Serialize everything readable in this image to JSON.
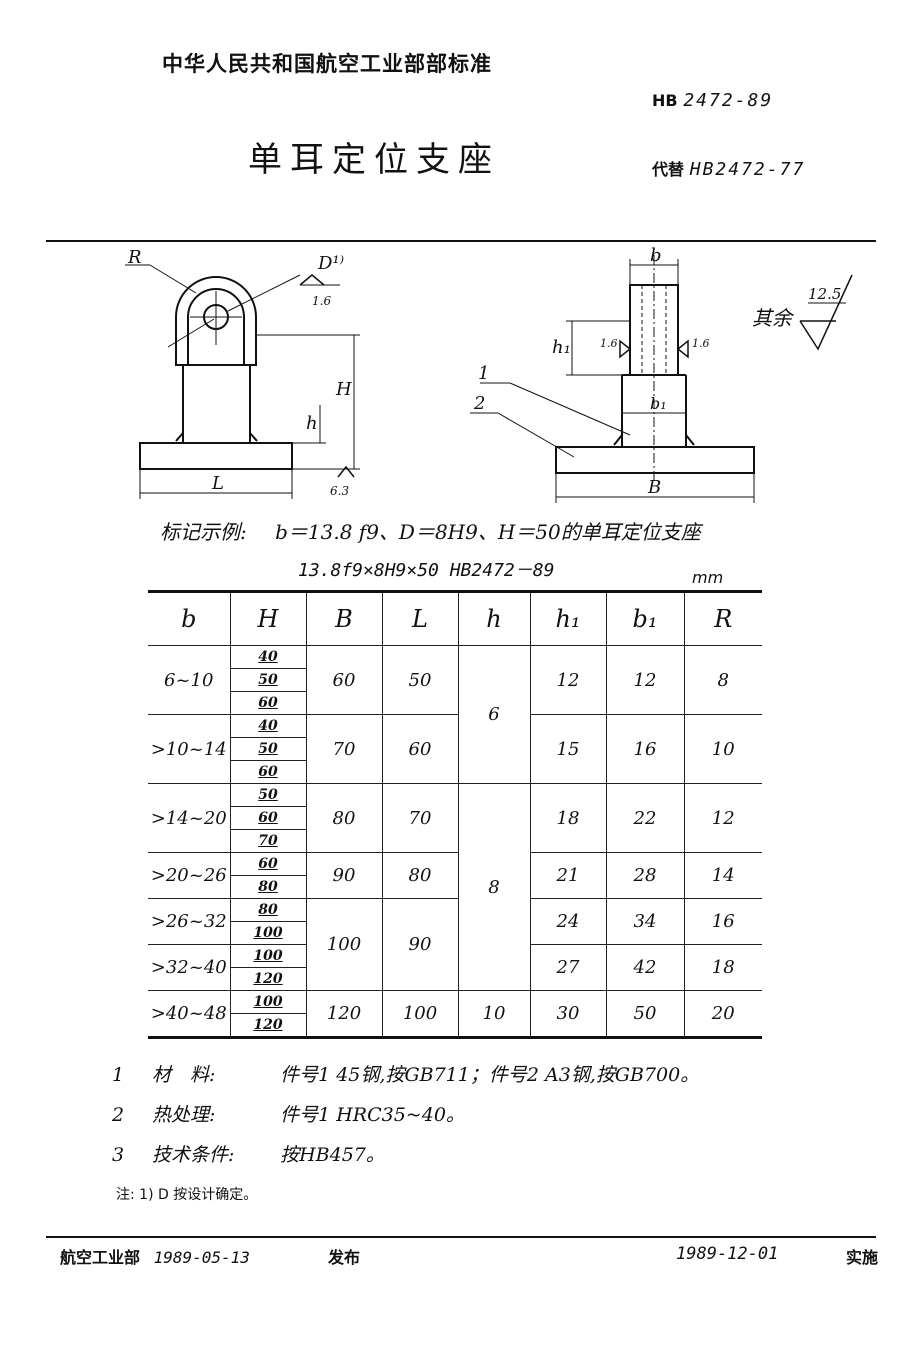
{
  "header": {
    "org": "中华人民共和国航空工业部部标准",
    "std_prefix": "HB",
    "std_number": "2472-89",
    "title": "单耳定位支座",
    "replace_prefix": "代替",
    "replace_number": "HB2472-77"
  },
  "drawing": {
    "left": {
      "R": "R",
      "D": "D¹⁾",
      "rough_d": "1.6",
      "H": "H",
      "h": "h",
      "L": "L",
      "rough_base": "6.3"
    },
    "right": {
      "b": "b",
      "h1": "h₁",
      "rough1": "1.6",
      "rough2": "1.6",
      "b1": "b₁",
      "p1": "1",
      "p2": "2",
      "B": "B"
    },
    "rest": {
      "label": "其余",
      "value": "12.5"
    }
  },
  "example": {
    "label": "标记示例:",
    "text": "b＝13.8 f9、D＝8H9、H＝50的单耳定位支座",
    "code": "13.8f9×8H9×50  HB2472－89"
  },
  "table": {
    "unit": "mm",
    "headers": [
      "b",
      "H",
      "B",
      "L",
      "h",
      "h₁",
      "b₁",
      "R"
    ],
    "groups": [
      {
        "b": "6~10",
        "H": [
          "40",
          "50",
          "60"
        ],
        "B": "60",
        "L": "50",
        "h1": "12",
        "b1": "12",
        "R": "8"
      },
      {
        "b": ">10~14",
        "H": [
          "40",
          "50",
          "60"
        ],
        "B": "70",
        "L": "60",
        "h1": "15",
        "b1": "16",
        "R": "10"
      },
      {
        "b": ">14~20",
        "H": [
          "50",
          "60",
          "70"
        ],
        "B": "80",
        "L": "70",
        "h1": "18",
        "b1": "22",
        "R": "12"
      },
      {
        "b": ">20~26",
        "H": [
          "60",
          "80"
        ],
        "B": "90",
        "L": "80",
        "h1": "21",
        "b1": "28",
        "R": "14"
      },
      {
        "b": ">26~32",
        "H": [
          "80",
          "100"
        ],
        "h1": "24",
        "b1": "34",
        "R": "16"
      },
      {
        "b": ">32~40",
        "H": [
          "100",
          "120"
        ],
        "h1": "27",
        "b1": "42",
        "R": "18"
      },
      {
        "b": ">40~48",
        "H": [
          "100",
          "120"
        ],
        "B": "120",
        "L": "100",
        "h": "10",
        "h1": "30",
        "b1": "50",
        "R": "20"
      }
    ],
    "h_a": "6",
    "h_b": "8",
    "B_shared": "100",
    "L_shared": "90"
  },
  "notes": [
    {
      "num": "1",
      "label": "材　料:",
      "text": "件号1 45钢,按GB711；件号2 A3钢,按GB700。"
    },
    {
      "num": "2",
      "label": "热处理:",
      "text": "件号1 HRC35~40。"
    },
    {
      "num": "3",
      "label": "技术条件:",
      "text": "按HB457。"
    }
  ],
  "footnote": "注: 1) D 按设计确定。",
  "footer": {
    "issuer": "航空工业部",
    "issue_date": "1989-05-13",
    "issue_label": "发布",
    "effective_date": "1989-12-01",
    "effective_label": "实施"
  }
}
